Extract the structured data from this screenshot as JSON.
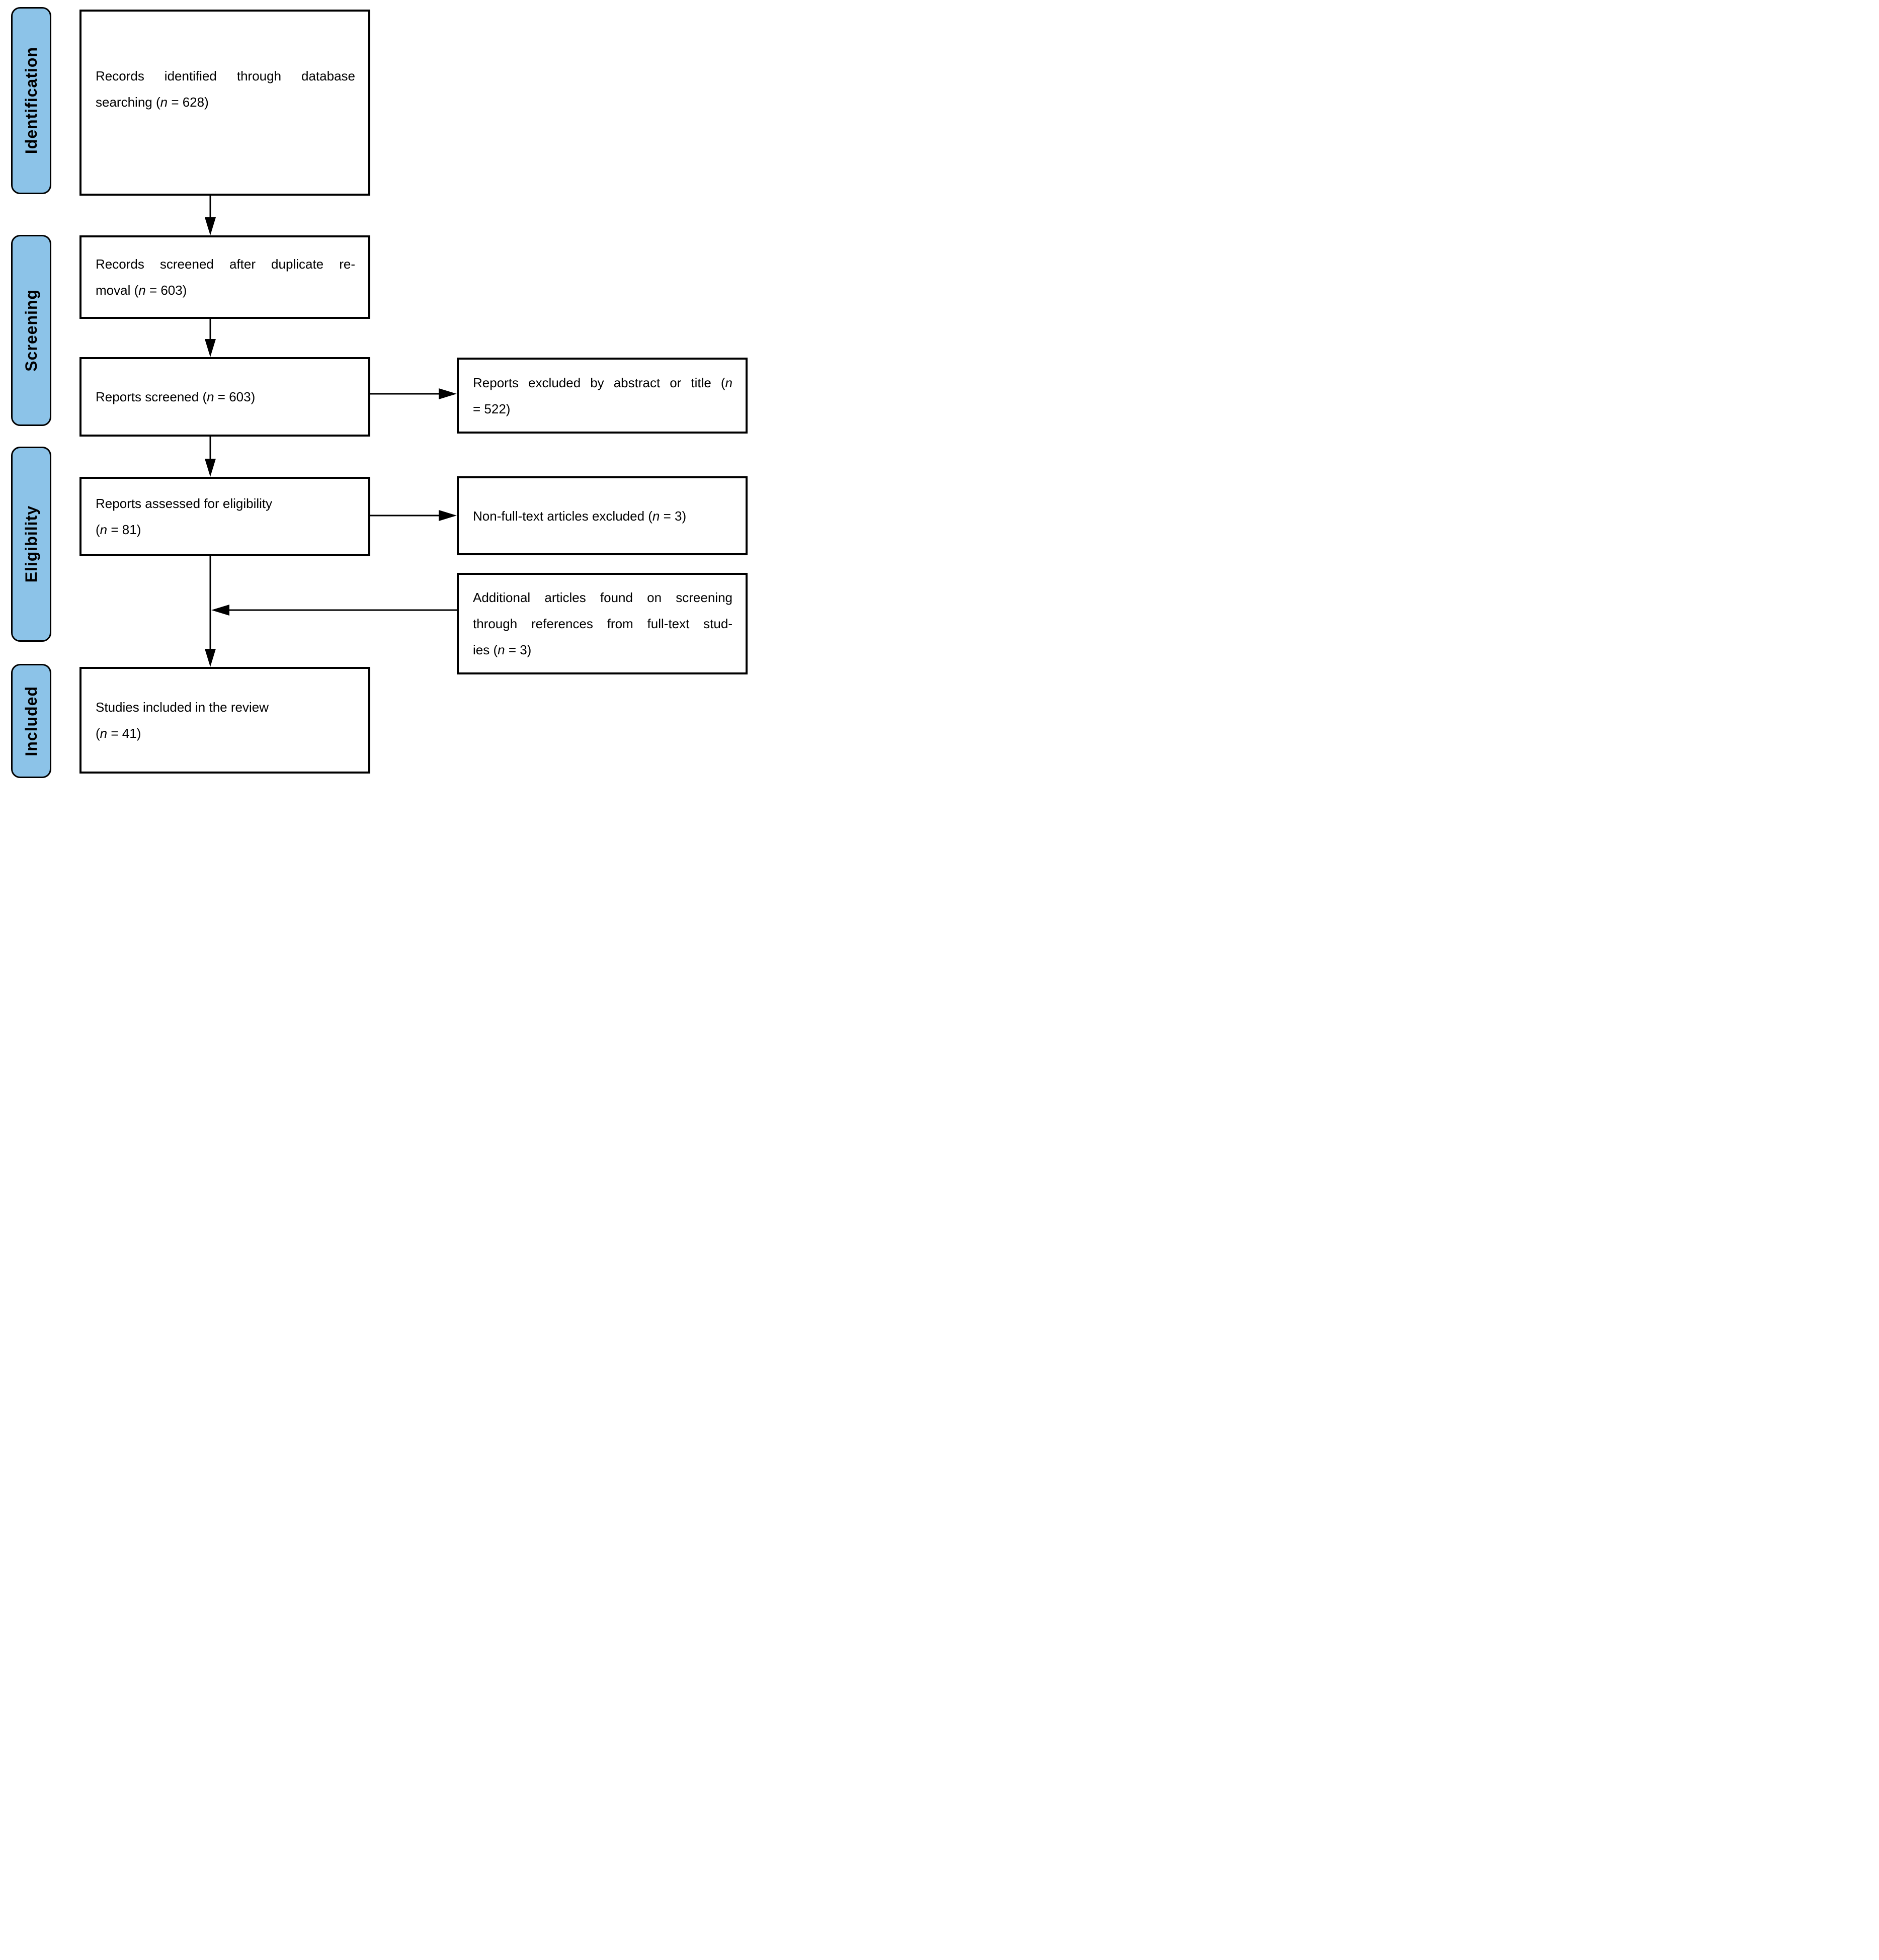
{
  "stages": {
    "identification": {
      "label": "Identification"
    },
    "screening": {
      "label": "Screening"
    },
    "eligibility": {
      "label": "Eligibility"
    },
    "included": {
      "label": "Included"
    }
  },
  "boxes": {
    "records_identified": {
      "lines": [
        {
          "pre": "Records identified through database"
        },
        {
          "pre": "searching (",
          "n": "n",
          "post": " = 628)"
        }
      ]
    },
    "records_screened_dup": {
      "lines": [
        {
          "pre": "Records screened after duplicate re-"
        },
        {
          "pre": "moval (",
          "n": "n",
          "post": " = 603)"
        }
      ]
    },
    "reports_screened": {
      "lines": [
        {
          "pre": "Reports screened (",
          "n": "n",
          "post": " = 603)"
        }
      ]
    },
    "reports_assessed": {
      "lines": [
        {
          "pre": "Reports assessed for eligibility"
        },
        {
          "pre": "(",
          "n": "n",
          "post": " = 81)"
        }
      ]
    },
    "studies_included": {
      "lines": [
        {
          "pre": "Studies included in the review"
        },
        {
          "pre": "(",
          "n": "n",
          "post": " = 41)"
        }
      ]
    },
    "reports_excluded": {
      "lines": [
        {
          "pre": "Reports excluded by abstract or title (",
          "n": "n"
        },
        {
          "pre": "= 522)"
        }
      ]
    },
    "non_full_text_excluded": {
      "lines": [
        {
          "pre": "Non-full-text articles excluded (",
          "n": "n",
          "post": " = 3)"
        }
      ]
    },
    "additional_articles": {
      "lines": [
        {
          "pre": "Additional articles found on screening"
        },
        {
          "pre": "through references from full-text stud-"
        },
        {
          "pre": "ies (",
          "n": "n",
          "post": " = 3)"
        }
      ]
    }
  },
  "colors": {
    "stage_fill": "#8CC3E8",
    "stage_border": "#000000",
    "box_fill": "#FFFFFF",
    "box_border": "#000000",
    "arrow": "#000000",
    "text": "#000000"
  }
}
